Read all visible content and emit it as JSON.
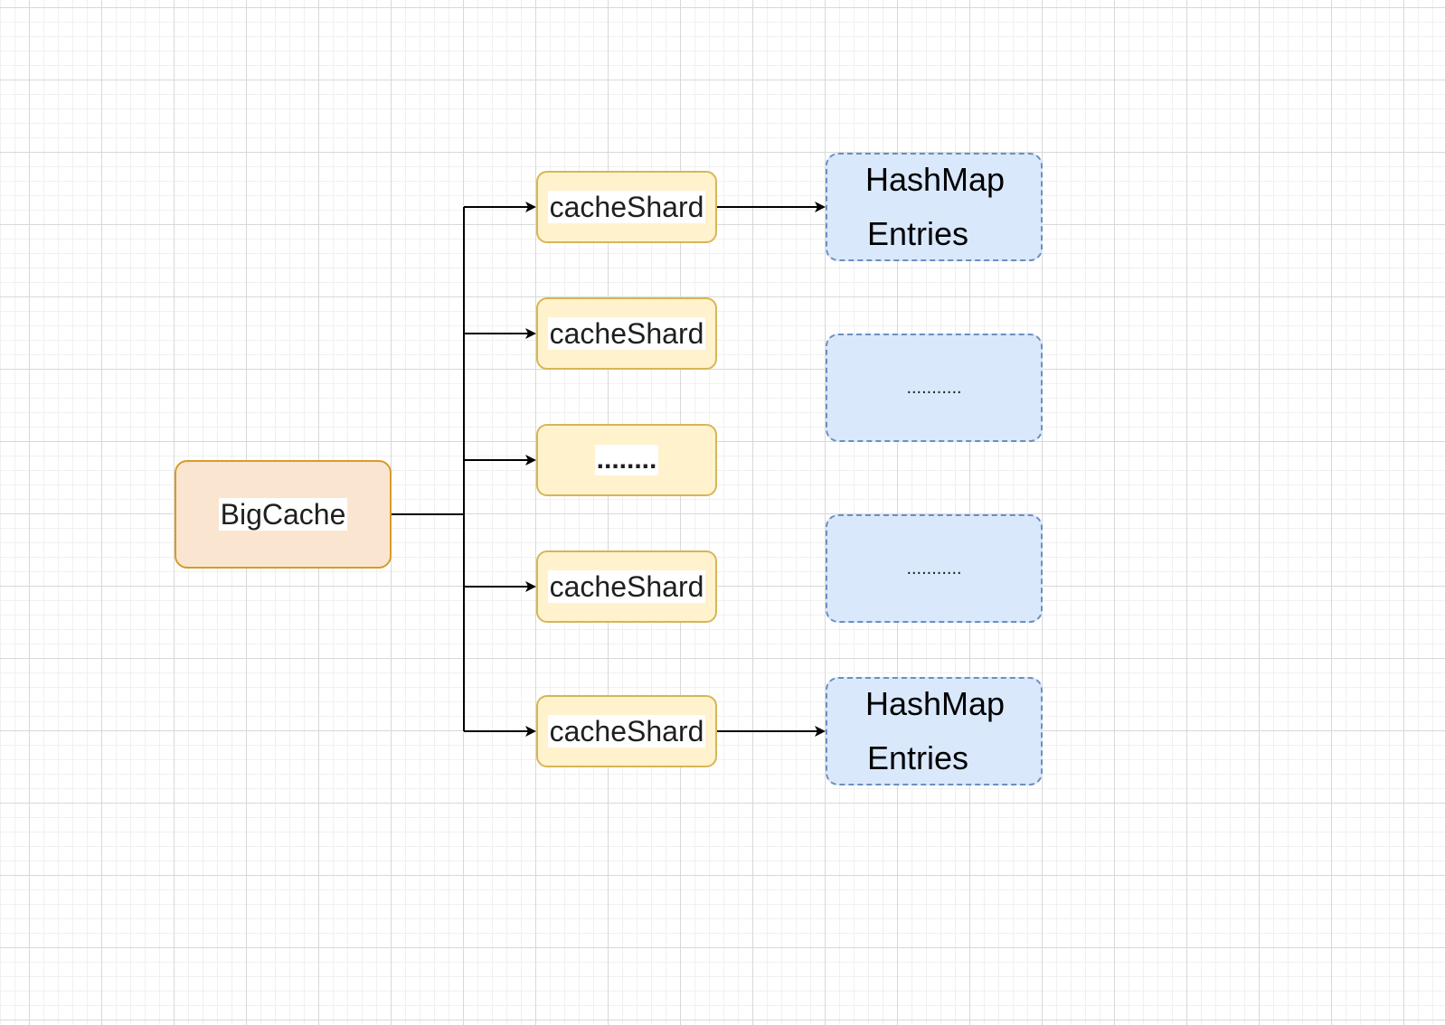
{
  "root": {
    "label": "BigCache"
  },
  "shards": [
    {
      "label": "cacheShard"
    },
    {
      "label": "cacheShard"
    },
    {
      "label": "........"
    },
    {
      "label": "cacheShard"
    },
    {
      "label": "cacheShard"
    }
  ],
  "maps": [
    {
      "line1": "HashMap",
      "line2": "Entries"
    },
    {
      "label": "..........."
    },
    {
      "label": "..........."
    },
    {
      "line1": "HashMap",
      "line2": "Entries"
    }
  ],
  "colors": {
    "root_fill": "#fae6d0",
    "root_stroke": "#d79b2a",
    "shard_fill": "#fff2cc",
    "shard_stroke": "#d6b656",
    "map_fill": "#dae8fc",
    "map_stroke": "#6c8ebf"
  }
}
